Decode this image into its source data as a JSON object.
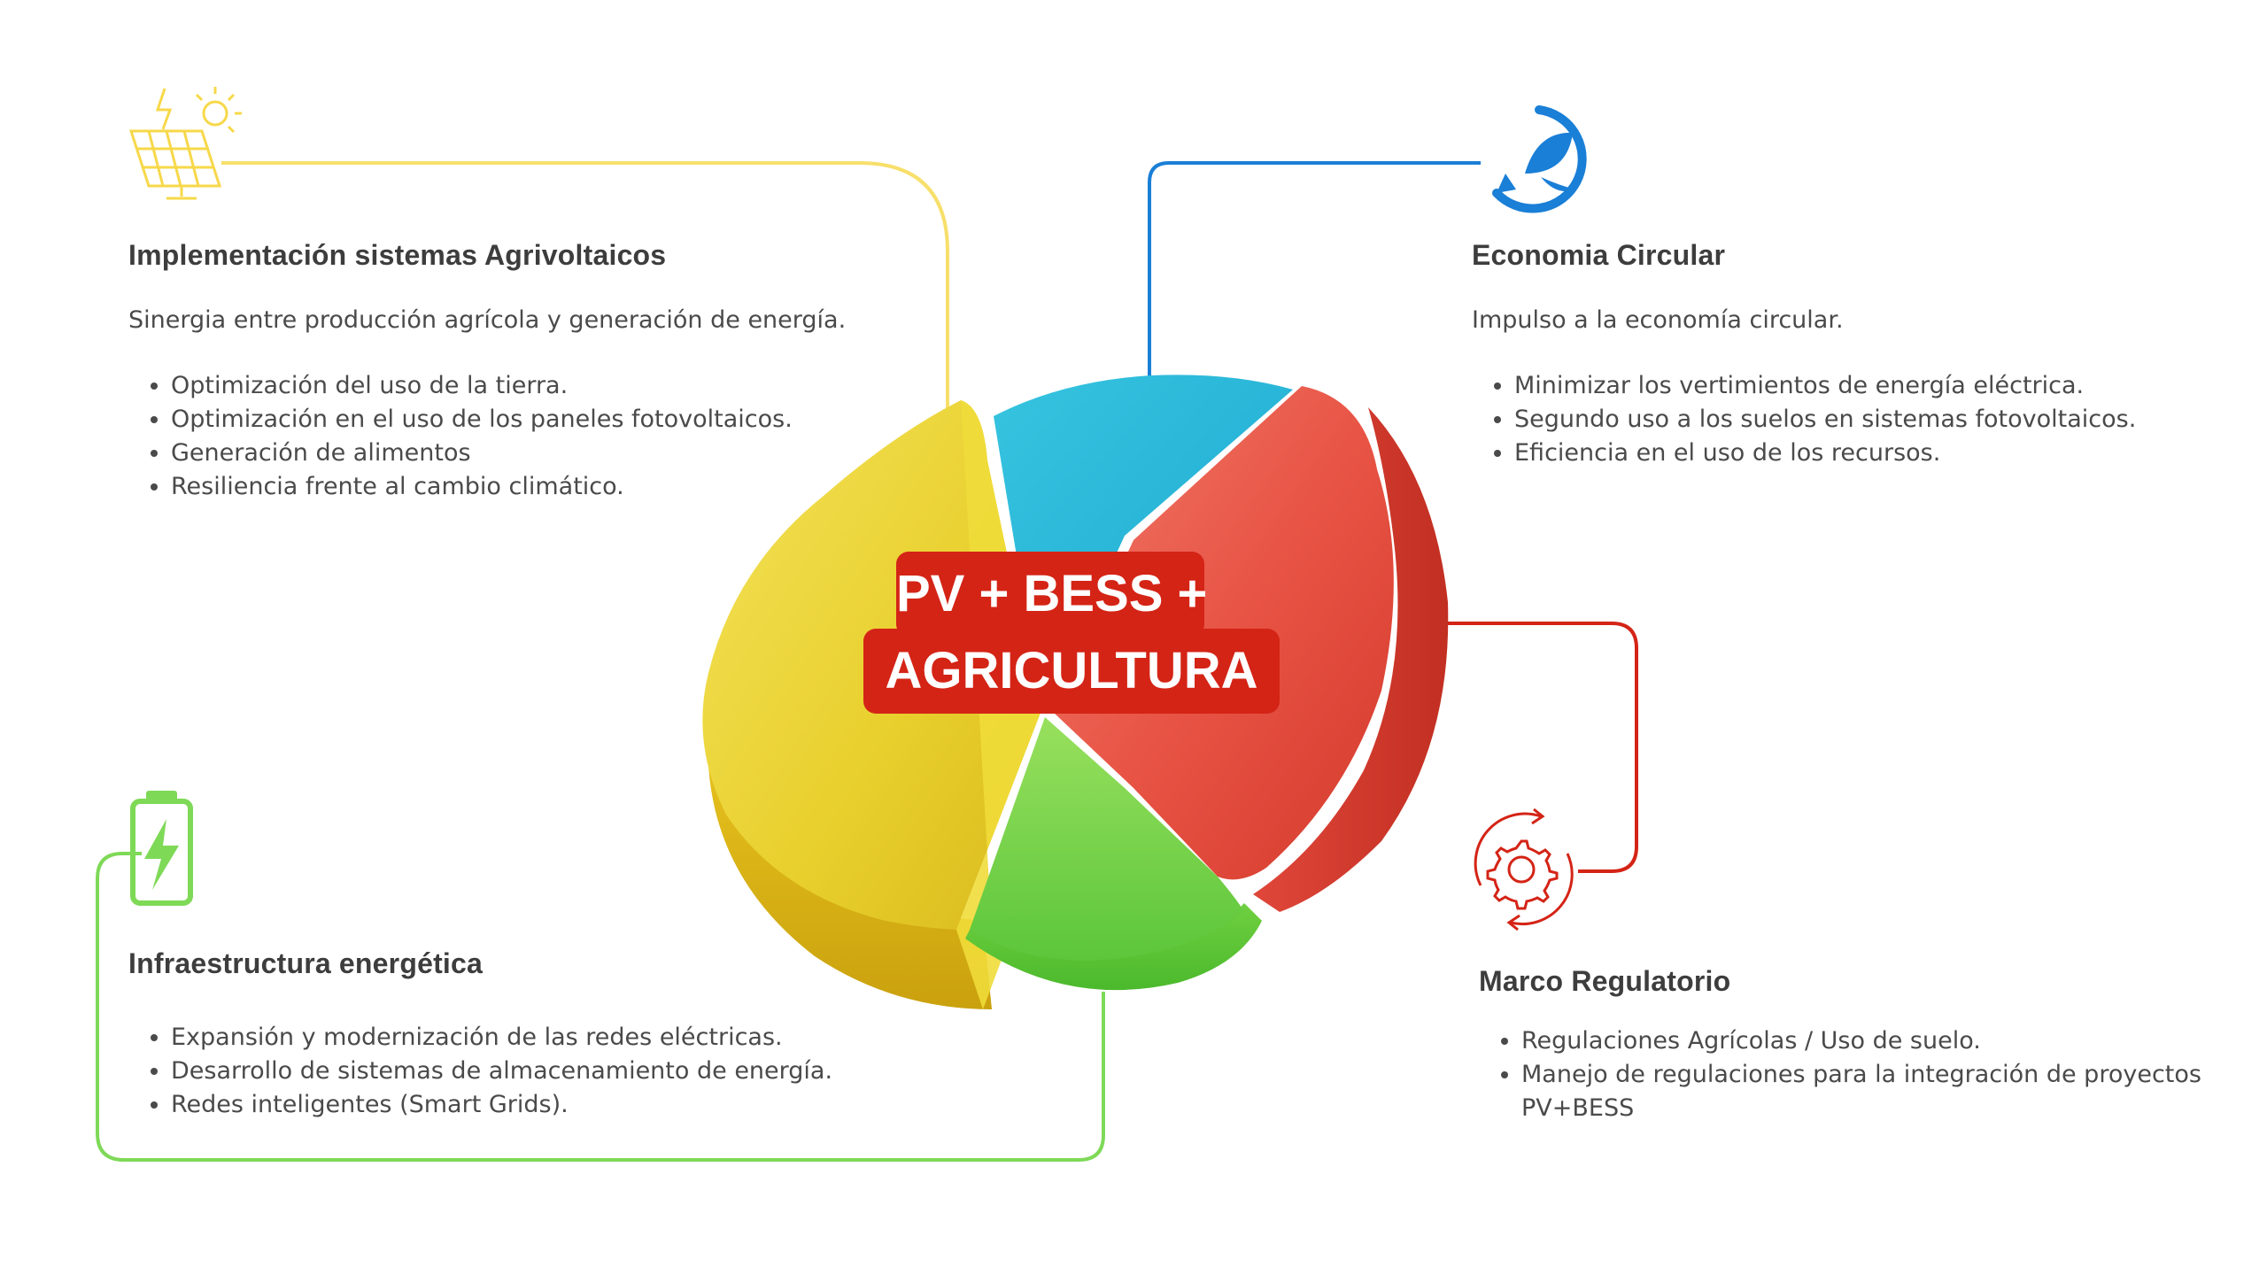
{
  "center": {
    "line1": "PV + BESS +",
    "line2": "AGRICULTURA"
  },
  "sections": {
    "agri": {
      "title": "Implementación sistemas Agrivoltaicos",
      "intro": "Sinergia entre producción agrícola y generación de energía.",
      "bullets": [
        "Optimización del uso de la tierra.",
        "Optimización en el uso de los paneles fotovoltaicos.",
        "Generación de alimentos",
        "Resiliencia frente al cambio climático."
      ],
      "color": "#f2d94e",
      "icon": "solar-panel-icon"
    },
    "eco": {
      "title": "Economia Circular",
      "intro": "Impulso a la economía circular.",
      "bullets": [
        "Minimizar los vertimientos de energía eléctrica.",
        "Segundo uso a los suelos en sistemas fotovoltaicos.",
        "Eficiencia en el uso de los recursos."
      ],
      "color": "#1a7fd6",
      "icon": "circular-leaf-icon"
    },
    "infra": {
      "title": "Infraestructura energética",
      "bullets": [
        "Expansión y modernización de las redes eléctricas.",
        "Desarrollo de sistemas de almacenamiento de energía.",
        "Redes inteligentes (Smart Grids)."
      ],
      "color": "#7ed957",
      "icon": "battery-charging-icon"
    },
    "marco": {
      "title": "Marco Regulatorio",
      "bullets": [
        "Regulaciones Agrícolas / Uso de suelo.",
        "Manejo de regulaciones para la integración de proyectos PV+BESS"
      ],
      "color": "#d42416",
      "icon": "gear-cycle-icon"
    }
  }
}
